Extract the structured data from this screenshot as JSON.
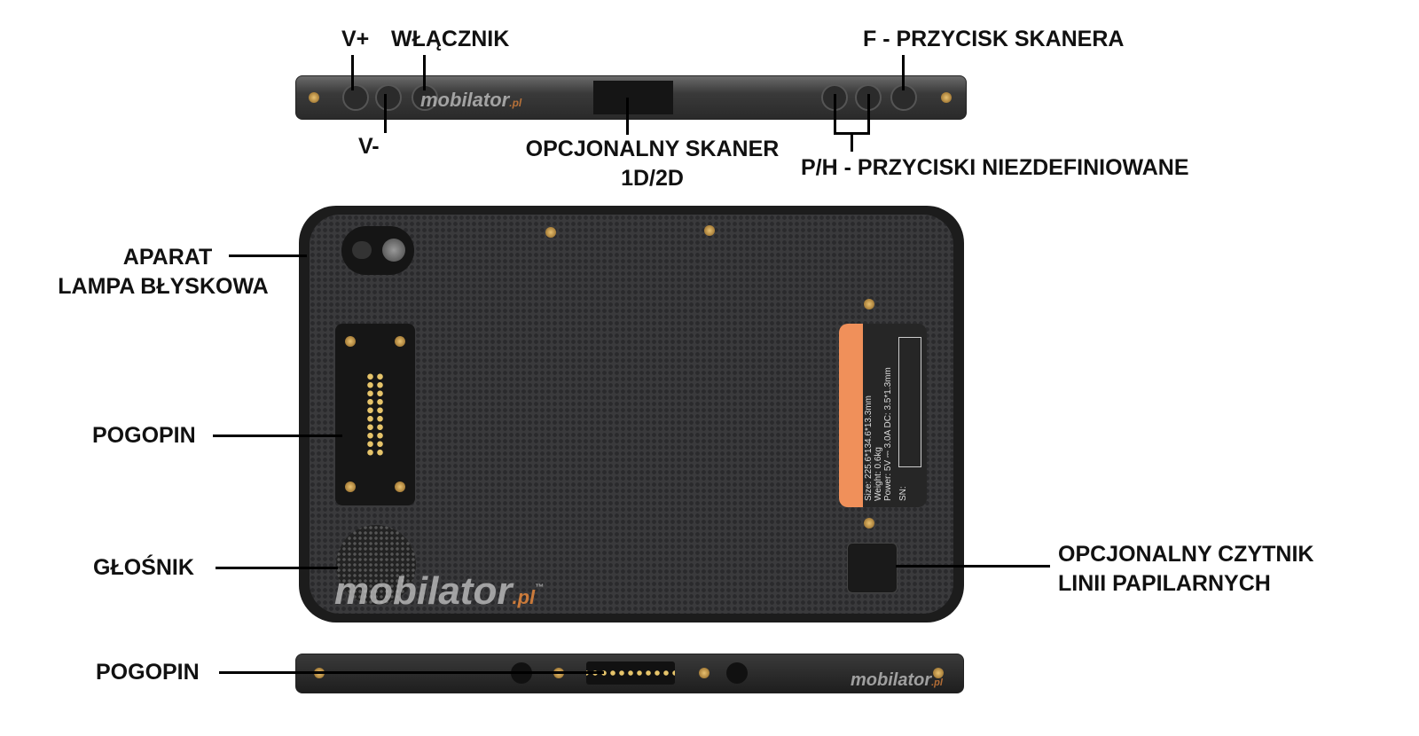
{
  "labels": {
    "volume_up": "V+",
    "power": "WŁĄCZNIK",
    "scanner_button": "F - PRZYCISK SKANERA",
    "volume_down": "V-",
    "scanner_line1": "OPCJONALNY SKANER",
    "scanner_line2": "1D/2D",
    "ph_buttons": "P/H - PRZYCISKI NIEZDEFINIOWANE",
    "camera_line1": "APARAT",
    "camera_line2": "LAMPA BŁYSKOWA",
    "pogopin_back": "POGOPIN",
    "speaker": "GŁOŚNIK",
    "fingerprint_line1": "OPCJONALNY CZYTNIK",
    "fingerprint_line2": "LINII PAPILARNYCH",
    "pogopin_bottom": "POGOPIN"
  },
  "sticker": {
    "size": "Size:  225.6*134.6*13.3mm",
    "weight": "Weight:  0.6kg",
    "power": "Power:  5V ⎓ 3.0A  DC: 3.5*1.3mm",
    "sn": "SN:"
  },
  "watermark": {
    "brand": "mobilator",
    "suffix": ".pl",
    "tm": "™"
  },
  "colors": {
    "sticker_accent": "#f0905a",
    "device_body": "#3a3a3c"
  }
}
